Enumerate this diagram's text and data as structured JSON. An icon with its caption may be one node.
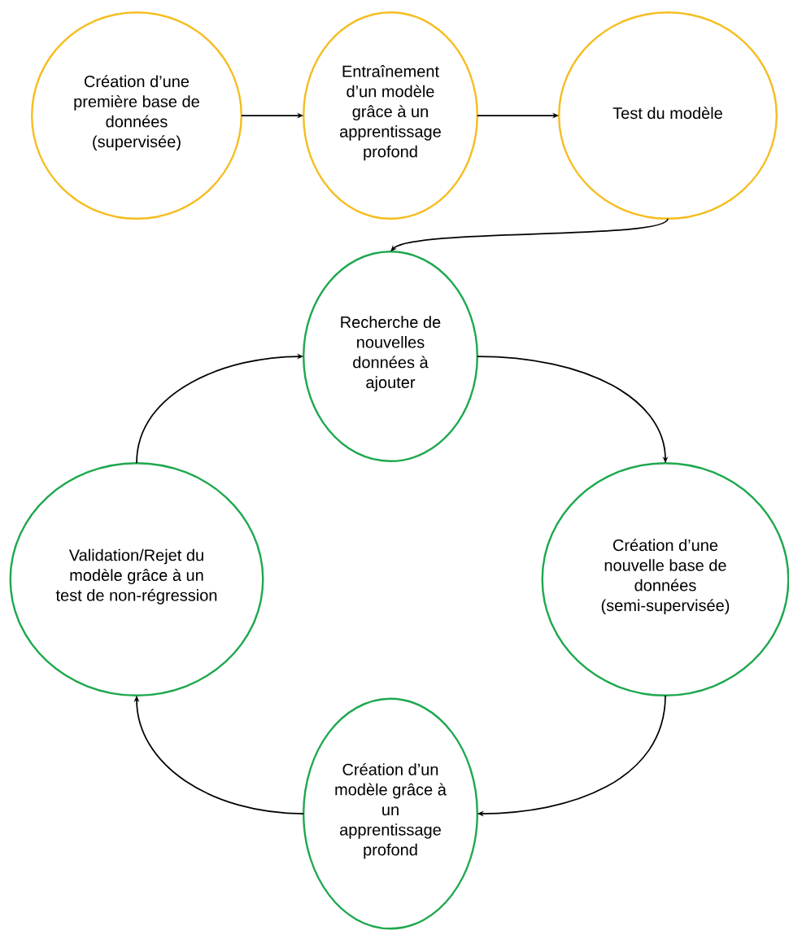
{
  "diagram": {
    "nodes": [
      {
        "text": [
          "Création d’une première base de données (supervisée)"
        ]
      },
      {
        "text": [
          "Entraînement d’un modèle grâce à un apprentissage profond"
        ]
      },
      {
        "text": [
          "Test du modèle"
        ]
      },
      {
        "text": [
          "Recherche de nouvelles données à ajouter"
        ]
      },
      {
        "text": [
          "Validation/Rejet du modèle grâce à un test de non-régression"
        ]
      },
      {
        "text": [
          "Création d’une nouvelle base de données (semi-supervisée)"
        ]
      },
      {
        "text": [
          "Création d’un modèle grâce à un apprentissage profond"
        ]
      }
    ],
    "edges": [
      {
        "from": 0,
        "to": 1,
        "arrow": "to"
      },
      {
        "from": 1,
        "to": 2,
        "arrow": "to"
      },
      {
        "from": 2,
        "to": 3,
        "arrow": "to"
      },
      {
        "from": 3,
        "to": 5,
        "arrow": "to"
      },
      {
        "from": 5,
        "to": 6,
        "arrow": "to"
      },
      {
        "from": 6,
        "to": 4,
        "arrow": "to"
      },
      {
        "from": 4,
        "to": 3,
        "arrow": "to"
      }
    ]
  }
}
